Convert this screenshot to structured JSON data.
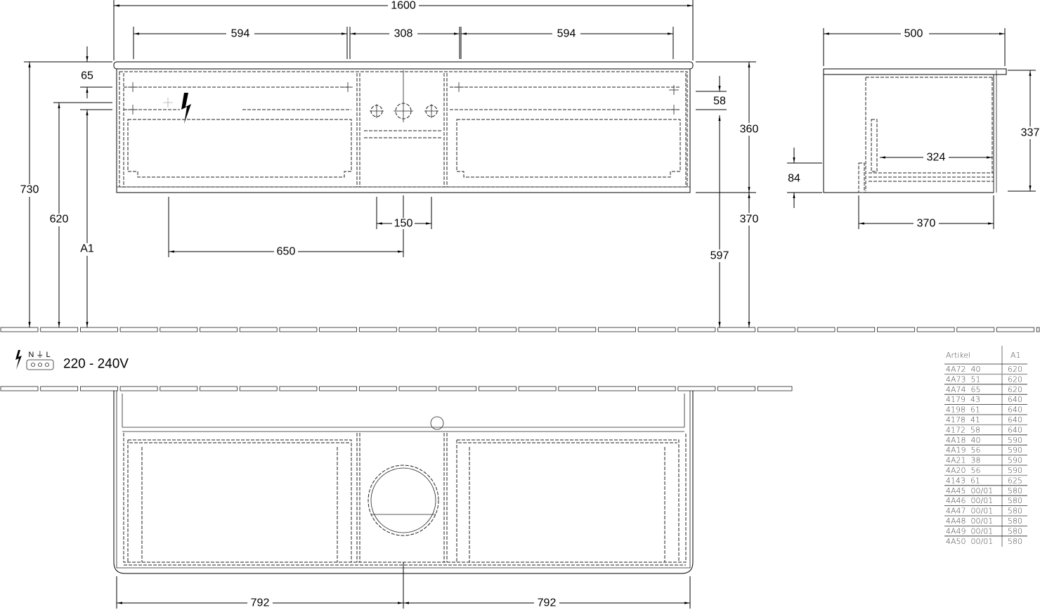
{
  "front_view": {
    "dims": {
      "total_width": "1600",
      "left_width": "594",
      "middle_width": "308",
      "right_width": "594",
      "total_height": "730",
      "height_620": "620",
      "height_a1": "A1",
      "top_offset": "65",
      "drawer_offset": "58",
      "cabinet_height": "360",
      "floor_clearance": "370",
      "height_597": "597",
      "drain_spacing": "150",
      "drain_offset": "650"
    }
  },
  "side_view": {
    "dims": {
      "depth": "500",
      "height": "337",
      "inner_depth": "324",
      "depth_370": "370",
      "offset_84": "84"
    }
  },
  "electrical": {
    "symbols": "N ⏚ L",
    "voltage": "220 - 240V"
  },
  "plan_view": {
    "dims": {
      "left_half": "792",
      "right_half": "792"
    }
  },
  "table": {
    "headers": [
      "Artikel",
      "A1"
    ],
    "rows": [
      [
        "4A72  40",
        "620"
      ],
      [
        "4A73  51",
        "620"
      ],
      [
        "4A74  65",
        "620"
      ],
      [
        "4179  43",
        "640"
      ],
      [
        "4198  61",
        "640"
      ],
      [
        "4178  41",
        "640"
      ],
      [
        "4172  58",
        "640"
      ],
      [
        "4A18  40",
        "590"
      ],
      [
        "4A19  56",
        "590"
      ],
      [
        "4A21  38",
        "590"
      ],
      [
        "4A20  56",
        "590"
      ],
      [
        "4143  61",
        "625"
      ],
      [
        "4A45  00/01",
        "580"
      ],
      [
        "4A46  00/01",
        "580"
      ],
      [
        "4A47  00/01",
        "580"
      ],
      [
        "4A48  00/01",
        "580"
      ],
      [
        "4A49  00/01",
        "580"
      ],
      [
        "4A50  00/01",
        "580"
      ]
    ]
  }
}
